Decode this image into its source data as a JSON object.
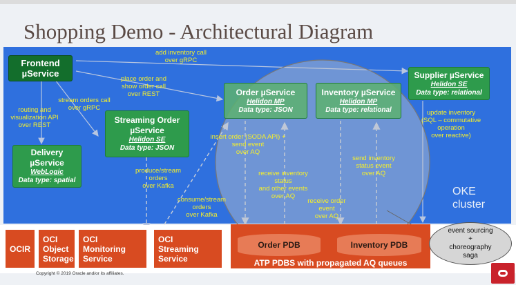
{
  "title": "Shopping Demo -  Architectural Diagram",
  "services": {
    "frontend": {
      "name1": "Frontend",
      "name2": "µService"
    },
    "supplier": {
      "name": "Supplier µService",
      "sub": "Helidon SE",
      "data": "Data type: relational"
    },
    "order": {
      "name": "Order µService",
      "sub": "Helidon MP",
      "data": "Data type: JSON"
    },
    "inventory": {
      "name": "Inventory µService",
      "sub": "Helidon MP",
      "data": "Data type: relational"
    },
    "streaming": {
      "name1": "Streaming Order",
      "name2": "µService",
      "sub": "Helidon SE",
      "data": "Data type: JSON"
    },
    "delivery": {
      "name": "Delivery µService",
      "sub": "WebLogic",
      "data": "Data type: spatial"
    }
  },
  "labels": {
    "add_inventory": [
      "add inventory call",
      "over gRPC"
    ],
    "place_order": [
      "place order and",
      "show order call",
      "over REST"
    ],
    "stream_orders": [
      "stream orders call",
      "over gRPC"
    ],
    "routing": [
      "routing and",
      "visualization API",
      "over REST"
    ],
    "update_inventory": [
      "update inventory",
      "(SQL – commutative",
      "operation",
      "over reactive)"
    ],
    "insert_order": [
      "insert order (SODA API) +",
      "send event",
      "over AQ"
    ],
    "receive_inventory": [
      "receive inventory",
      "status",
      "and other events",
      "over AQ"
    ],
    "send_inventory": [
      "send inventory",
      "status event",
      "over AQ"
    ],
    "receive_order": [
      "receive order",
      "event",
      "over AQ"
    ],
    "produce_stream": [
      "produce/stream",
      "orders",
      "over Kafka"
    ],
    "consume_stream": [
      "consume/stream",
      "orders",
      "over Kafka"
    ]
  },
  "oke": [
    "OKE",
    "cluster"
  ],
  "bottom": {
    "ocir": "OCIR",
    "object_storage": [
      "OCI",
      "Object",
      "Storage"
    ],
    "monitoring": [
      "OCI",
      "Monitoring",
      "Service"
    ],
    "streaming": [
      "OCI",
      "Streaming",
      "Service"
    ],
    "order_pdb": "Order PDB",
    "inventory_pdb": "Inventory PDB",
    "atp": "ATP PDBS with propagated AQ queues"
  },
  "saga": [
    "event sourcing",
    "+",
    "choreography",
    "saga"
  ],
  "copyright": "Copyright © 2019 Oracle and/or its affiliates.",
  "colors": {
    "canvas": "#2f70de",
    "service": "#2e9b4c",
    "label": "#f6ef2a",
    "oci": "#d84b21"
  }
}
